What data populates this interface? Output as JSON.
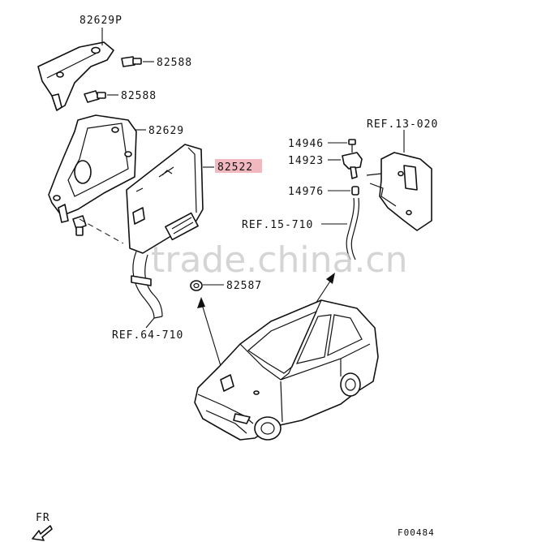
{
  "callouts": {
    "bracket_upper": "82629P",
    "bolt_a": "82588",
    "bolt_b": "82588",
    "bracket_main": "82629",
    "ecu": "82522",
    "nut": "82587",
    "ref_harness_front": "REF.64-710",
    "screw": "14946",
    "sensor": "14923",
    "grommet": "14976",
    "ref_hose": "REF.15-710",
    "ref_bracket_side": "REF.13-020"
  },
  "orientation_label": "FR",
  "figure_code": "F00484",
  "watermark": "trade.china.cn",
  "highlight_color": "#f2b8c0"
}
